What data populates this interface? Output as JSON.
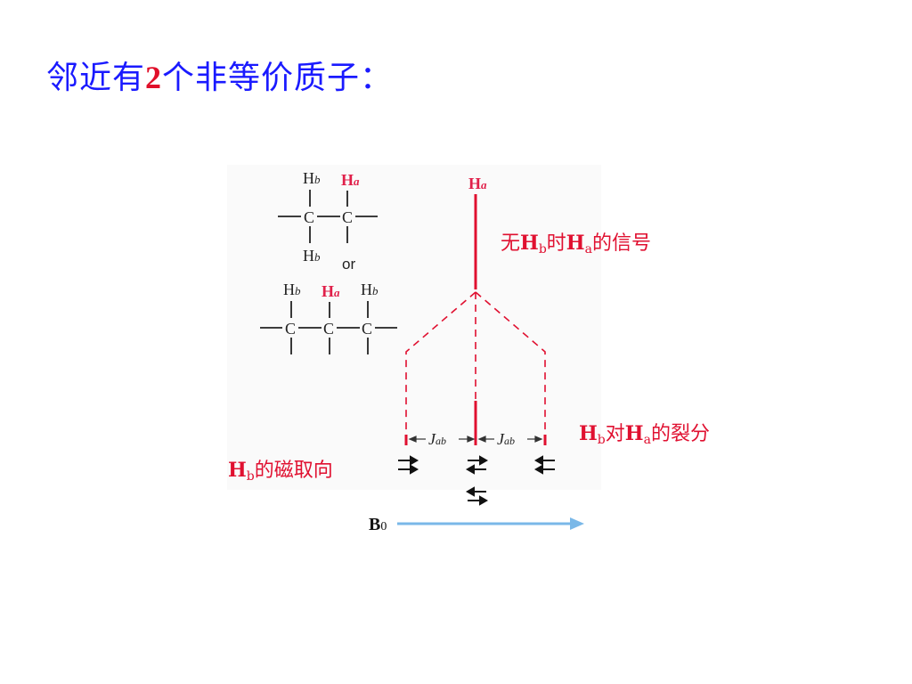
{
  "title": {
    "prefix": "邻近有",
    "number": "2",
    "suffix": "个非等价质子："
  },
  "structures": {
    "atom_c": "C",
    "atom_h": "H",
    "sub_a": "a",
    "sub_b": "b",
    "or": "or"
  },
  "spectrum": {
    "top_label_h": "H",
    "top_label_sub": "a",
    "j_label": "J",
    "j_sub": "ab",
    "b0": "B",
    "b0_sub": "0"
  },
  "annotations": {
    "no_hb": {
      "pre": "无",
      "h1": "H",
      "s1": "b",
      "mid": "时",
      "h2": "H",
      "s2": "a",
      "post": "的信号"
    },
    "splitting": {
      "h1": "H",
      "s1": "b",
      "mid": "对",
      "h2": "H",
      "s2": "a",
      "post": "的裂分"
    },
    "orientation": {
      "h1": "H",
      "s1": "b",
      "post": "的磁取向"
    }
  },
  "colors": {
    "title": "#1a1aff",
    "accent": "#e01030",
    "arrow": "#7ab8e8"
  }
}
